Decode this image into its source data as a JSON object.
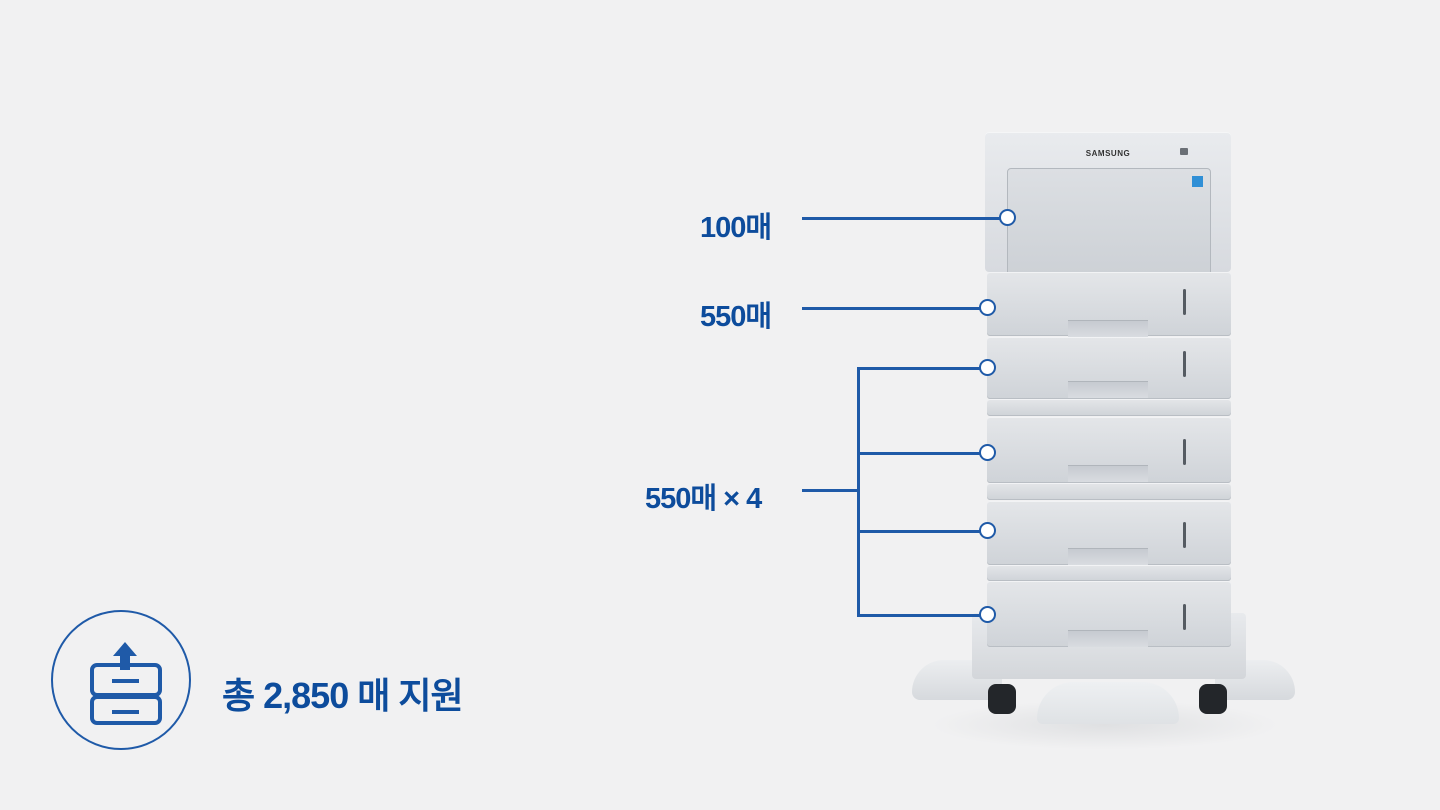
{
  "callouts": {
    "top_tray": "100매",
    "main_tray": "550매",
    "extra_trays": "550매 × 4"
  },
  "printer": {
    "brand": "SAMSUNG"
  },
  "summary": {
    "icon": "paper-tray-upload-icon",
    "text": "총 2,850 매 지원"
  },
  "colors": {
    "accent": "#0d4c9c",
    "line": "#1f5aa8",
    "background": "#f1f1f2"
  }
}
